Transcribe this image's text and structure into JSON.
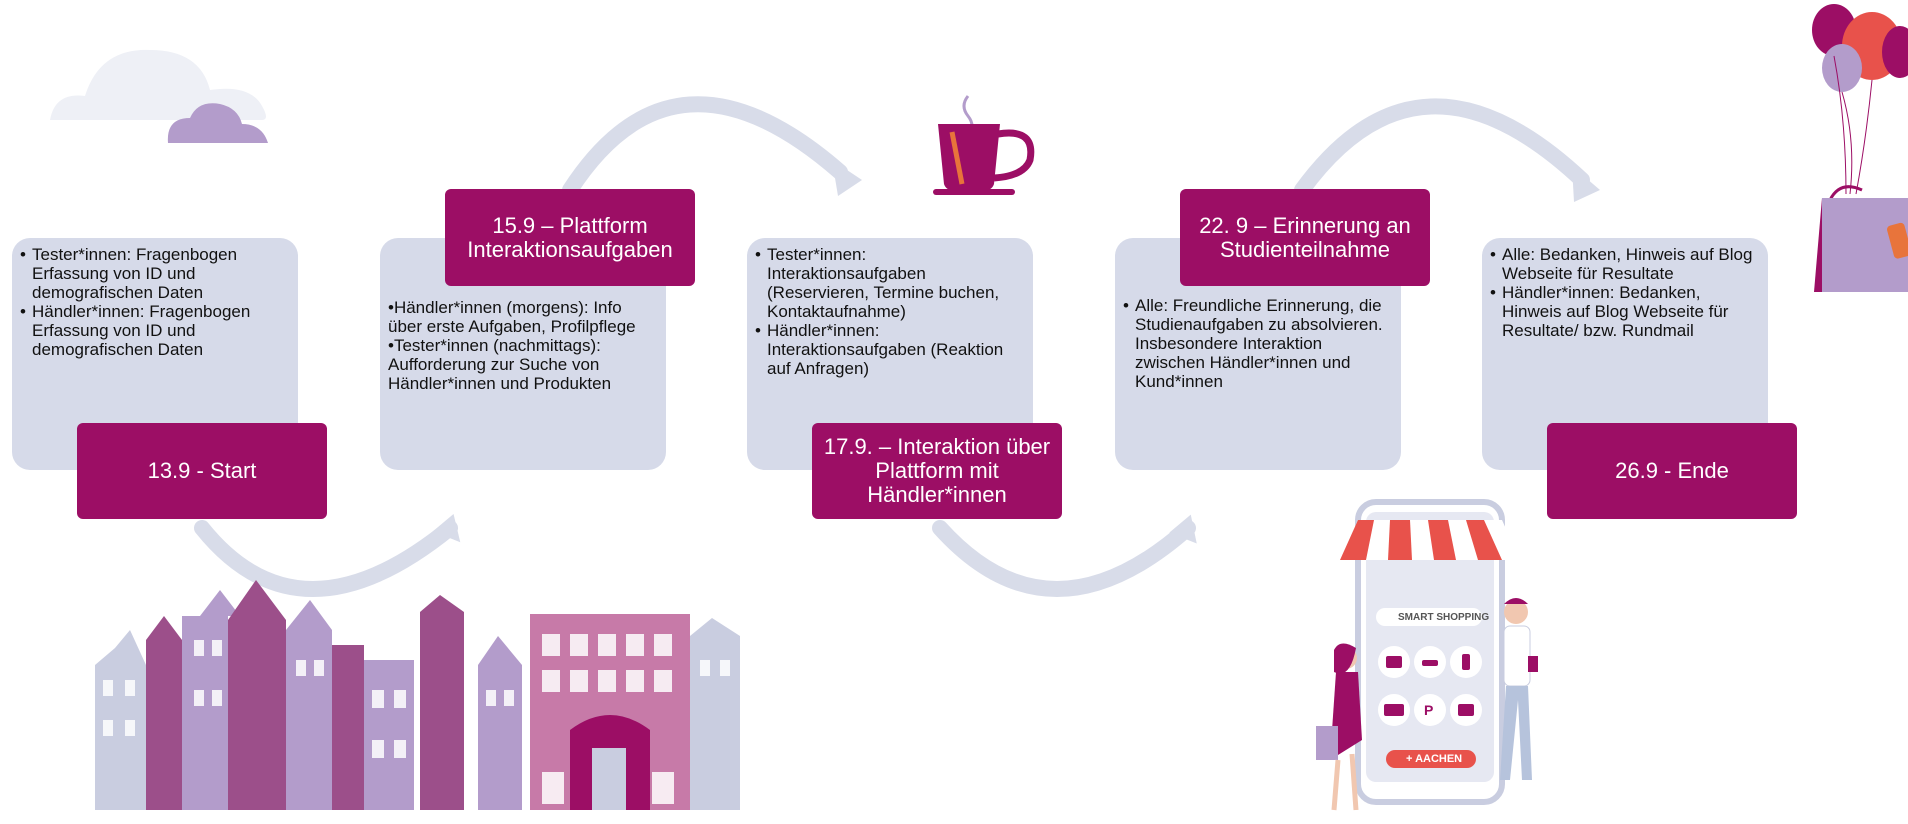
{
  "colors": {
    "accent": "#9c0e65",
    "card": "#d6dae9",
    "arrow": "#d8dce9"
  },
  "steps": [
    {
      "label": "13.9 - Start",
      "items": [
        "Tester*innen: Fragenbogen Erfassung von ID und demografischen Daten",
        "Händler*innen: Fragenbogen Erfassung von ID und demografischen Daten"
      ]
    },
    {
      "label": "15.9 – Plattform Interaktionsaufgaben",
      "items": [
        "•Händler*innen (morgens): Info über erste Aufgaben, Profilpflege",
        "•Tester*innen (nachmittags): Aufforderung zur Suche von Händler*innen und Produkten"
      ]
    },
    {
      "label": "17.9. – Interaktion über Plattform mit Händler*innen",
      "items": [
        "Tester*innen: Interaktionsaufgaben (Reservieren, Termine buchen, Kontaktaufnahme)",
        "Händler*innen: Interaktionsaufgaben (Reaktion auf Anfragen)"
      ]
    },
    {
      "label": "22. 9 – Erinnerung an Studienteilnahme",
      "items": [
        "Alle: Freundliche Erinnerung, die Studienaufgaben zu absolvieren. Insbesondere Interaktion zwischen Händler*innen und Kund*innen"
      ]
    },
    {
      "label": "26.9 - Ende",
      "items": [
        "Alle: Bedanken, Hinweis auf Blog Webseite für Resultate",
        "Händler*innen: Bedanken, Hinweis auf Blog Webseite für Resultate/ bzw. Rundmail"
      ]
    }
  ],
  "phone": {
    "search_text": "SMART SHOPPING",
    "button_text": "+ AACHEN",
    "parking_letter": "P"
  },
  "decorations": [
    "cloud-icon",
    "coffee-cup-icon",
    "balloons-icon",
    "shopping-bag-icon",
    "city-skyline-illustration",
    "phone-shop-illustration",
    "shopper-woman-figure",
    "shopper-man-figure"
  ]
}
